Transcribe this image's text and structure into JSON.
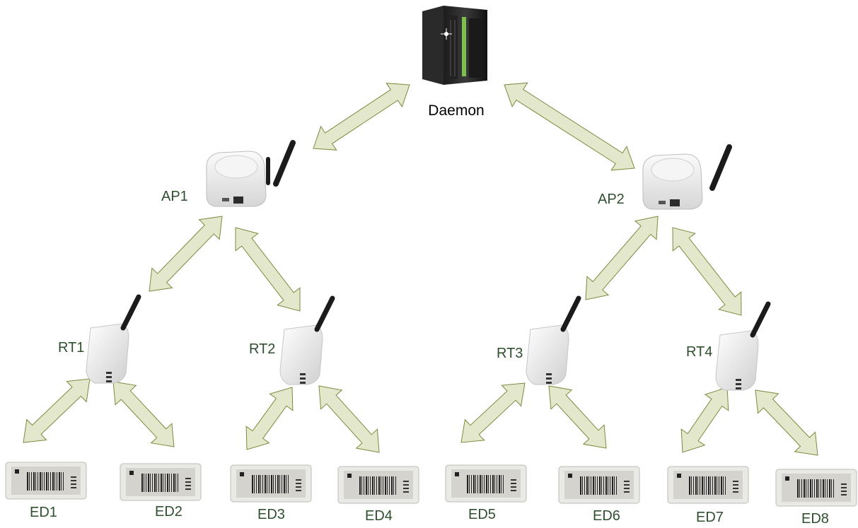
{
  "diagram": {
    "server": {
      "label": "Daemon",
      "icon": "server-icon"
    },
    "access_points": [
      {
        "label": "AP1",
        "icon": "access-point-icon"
      },
      {
        "label": "AP2",
        "icon": "access-point-icon"
      }
    ],
    "routers": [
      {
        "label": "RT1",
        "icon": "router-icon"
      },
      {
        "label": "RT2",
        "icon": "router-icon"
      },
      {
        "label": "RT3",
        "icon": "router-icon"
      },
      {
        "label": "RT4",
        "icon": "router-icon"
      }
    ],
    "end_devices": [
      {
        "label": "ED1",
        "icon": "esl-tag-icon"
      },
      {
        "label": "ED2",
        "icon": "esl-tag-icon"
      },
      {
        "label": "ED3",
        "icon": "esl-tag-icon"
      },
      {
        "label": "ED4",
        "icon": "esl-tag-icon"
      },
      {
        "label": "ED5",
        "icon": "esl-tag-icon"
      },
      {
        "label": "ED6",
        "icon": "esl-tag-icon"
      },
      {
        "label": "ED7",
        "icon": "esl-tag-icon"
      },
      {
        "label": "ED8",
        "icon": "esl-tag-icon"
      }
    ],
    "link_color": "#e3e8cd",
    "link_stroke": "#7d8a3d",
    "label_color": "#2f4f2f"
  }
}
